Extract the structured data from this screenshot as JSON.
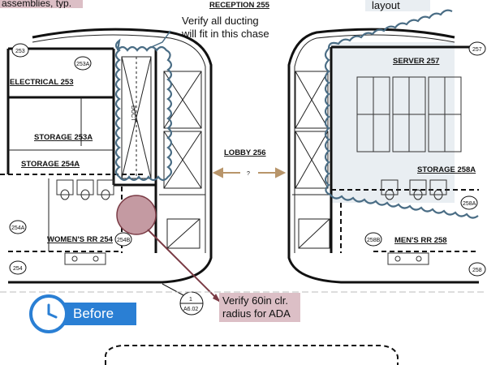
{
  "rooms": {
    "reception": "RECEPTION   255",
    "lobby": "LOBBY   256",
    "electrical": "ELECTRICAL   253",
    "storage_253a": "STORAGE   253A",
    "storage_254a": "STORAGE   254A",
    "womens_rr": "WOMEN'S RR   254",
    "server": "SERVER   257",
    "storage_258a": "STORAGE   258A",
    "mens_rr": "MEN'S RR   258",
    "duct_chase": "DUCT"
  },
  "tags": {
    "t253": "253",
    "t253a": "253A",
    "t254a": "254A",
    "t254": "254",
    "t254b": "254B",
    "t257": "257",
    "t258": "258",
    "t258b": "258B",
    "t258a": "258A",
    "detail_num": "1",
    "detail_sheet": "A6.02",
    "dim_q": "?"
  },
  "notes": {
    "ducting": [
      "Verify all ducting",
      "will fit in this chase"
    ],
    "ada": [
      "Verify 60in clr.",
      "radius for ADA"
    ],
    "layout": "layout",
    "top_left": "assemblies, typ."
  },
  "badge": {
    "label": "Before"
  },
  "colors": {
    "cloud": "#4a6d85",
    "ada_fill": "#dcbfc6",
    "ada_circle": "#c49aa2",
    "leader": "#7a3b45",
    "badge_blue": "#2a7fd4",
    "server_fill": "#e9eef2",
    "dimension": "#b8956a"
  }
}
